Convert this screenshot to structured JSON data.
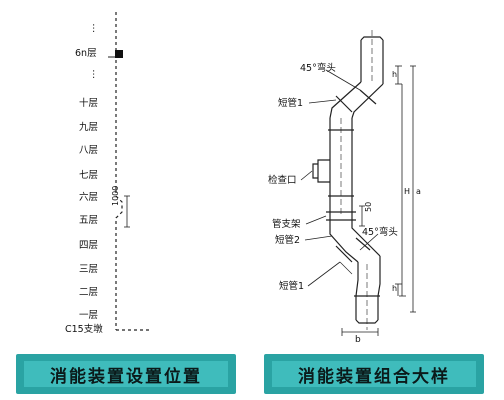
{
  "left": {
    "floor_labels": [
      "⋮",
      "6n层",
      "⋮",
      "十层",
      "九层",
      "八层",
      "七层",
      "六层",
      "五层",
      "四层",
      "三层",
      "二层",
      "一层",
      "C15支墩"
    ],
    "dim_label": "1000",
    "caption": "消能装置设置位置"
  },
  "right": {
    "labels": {
      "elbow_top": "45°弯头",
      "short_pipe_1_top": "短管1",
      "inspection": "检查口",
      "pipe_support": "管支架",
      "short_pipe_2": "短管2",
      "elbow_bottom": "45°弯头",
      "short_pipe_1_bottom": "短管1"
    },
    "dims": {
      "h_top": "h",
      "h_bottom": "h",
      "H": "H",
      "a": "a",
      "fifty": "50",
      "b": "b"
    },
    "caption": "消能装置组合大样"
  }
}
